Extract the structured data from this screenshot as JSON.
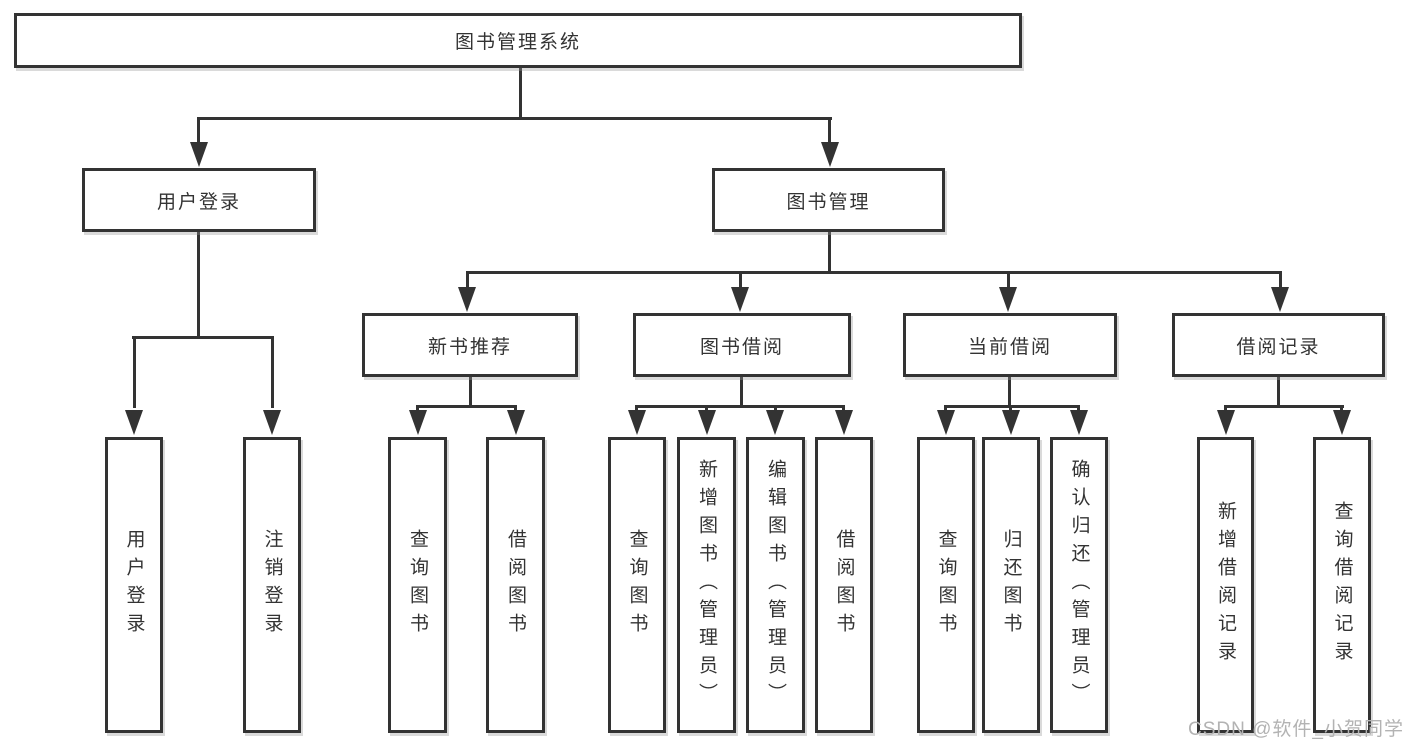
{
  "diagram": {
    "title": "图书管理系统",
    "type": "tree-structure-diagram"
  },
  "nodes": {
    "root": {
      "label": "图书管理系统"
    },
    "user_login": {
      "label": "用户登录"
    },
    "book_mgmt": {
      "label": "图书管理"
    },
    "new_book_rec": {
      "label": "新书推荐"
    },
    "book_borrow": {
      "label": "图书借阅"
    },
    "current_borrow": {
      "label": "当前借阅"
    },
    "borrow_record": {
      "label": "借阅记录"
    },
    "leaf_user_login": {
      "label": "用户登录"
    },
    "leaf_logout": {
      "label": "注销登录"
    },
    "leaf_query_book_new": {
      "label": "查询图书"
    },
    "leaf_borrow_book_new": {
      "label": "借阅图书"
    },
    "leaf_query_book_borrow": {
      "label": "查询图书"
    },
    "leaf_add_book_admin": {
      "label": "新增图书（管理员）"
    },
    "leaf_edit_book_admin": {
      "label": "编辑图书（管理员）"
    },
    "leaf_borrow_book_borrow": {
      "label": "借阅图书"
    },
    "leaf_query_book_current": {
      "label": "查询图书"
    },
    "leaf_return_book": {
      "label": "归还图书"
    },
    "leaf_confirm_return_admin": {
      "label": "确认归还（管理员）"
    },
    "leaf_add_borrow_record": {
      "label": "新增借阅记录"
    },
    "leaf_query_borrow_record": {
      "label": "查询借阅记录"
    }
  },
  "edges": {
    "root_children": [
      "用户登录",
      "图书管理"
    ],
    "user_login_children": [
      "用户登录",
      "注销登录"
    ],
    "book_mgmt_children": [
      "新书推荐",
      "图书借阅",
      "当前借阅",
      "借阅记录"
    ],
    "new_book_rec_children": [
      "查询图书",
      "借阅图书"
    ],
    "book_borrow_children": [
      "查询图书",
      "新增图书（管理员）",
      "编辑图书（管理员）",
      "借阅图书"
    ],
    "current_borrow_children": [
      "查询图书",
      "归还图书",
      "确认归还（管理员）"
    ],
    "borrow_record_children": [
      "新增借阅记录",
      "查询借阅记录"
    ]
  },
  "watermark": {
    "text": "CSDN @软件_小贺同学"
  },
  "colors": {
    "line": "#333333",
    "box_border": "#333333",
    "box_fill": "#ffffff",
    "text": "#333333",
    "watermark": "#b3b3b3"
  }
}
